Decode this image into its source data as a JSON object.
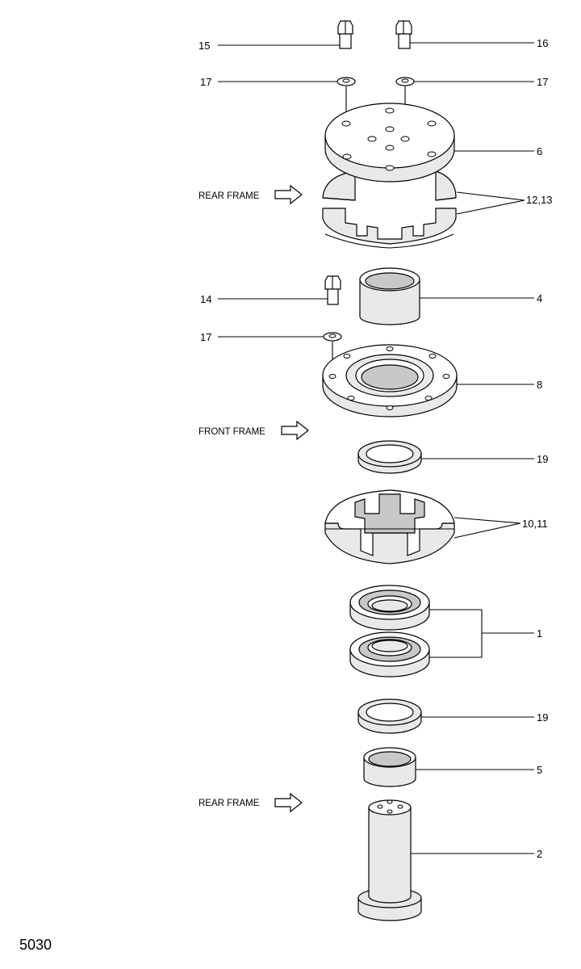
{
  "figure_number": "5030",
  "frame_labels": {
    "rear_top": "REAR FRAME",
    "front": "FRONT FRAME",
    "rear_bottom": "REAR FRAME"
  },
  "callouts": {
    "c15": "15",
    "c16": "16",
    "c17_top_left": "17",
    "c17_top_right": "17",
    "c6": "6",
    "c12_13": "12,13",
    "c14": "14",
    "c4": "4",
    "c17_middle": "17",
    "c8": "8",
    "c19_top": "19",
    "c10_11": "10,11",
    "c1": "1",
    "c19_bottom": "19",
    "c5": "5",
    "c2": "2"
  }
}
